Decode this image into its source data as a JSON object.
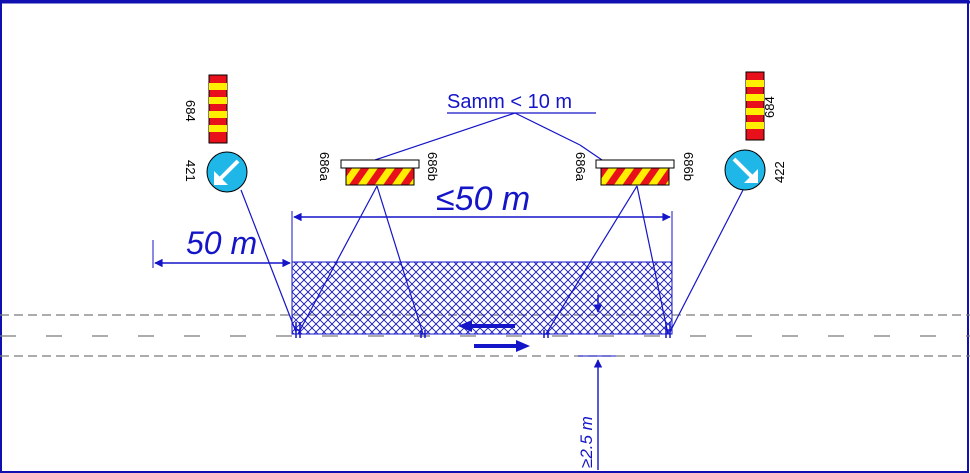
{
  "colors": {
    "annotation": "#1414c8",
    "sign_red": "#e8101a",
    "sign_yellow": "#ffee00",
    "sign_blue": "#1fb6e8",
    "road_line": "#7a7a7a",
    "frame": "#1010b0"
  },
  "annotations": {
    "spacing_label": "Samm < 10 m",
    "span_label": "≤50 m",
    "approach_label": "50 m",
    "clearance_label": "≥2.5 m"
  },
  "signs": {
    "left_marker": {
      "code": "684"
    },
    "left_direction": {
      "code": "421",
      "icon": "arrow-down-left-icon"
    },
    "center_left_barrier": {
      "code_a": "686a",
      "code_b": "686b"
    },
    "center_right_barrier": {
      "code_a": "686a",
      "code_b": "686b"
    },
    "right_marker": {
      "code": "684"
    },
    "right_direction": {
      "code": "422",
      "icon": "arrow-down-right-icon"
    }
  },
  "work_zone": {
    "pattern": "crosshatch"
  },
  "traffic": {
    "upper_lane_arrow": "arrow-left-icon",
    "lower_lane_arrow": "arrow-right-icon"
  }
}
